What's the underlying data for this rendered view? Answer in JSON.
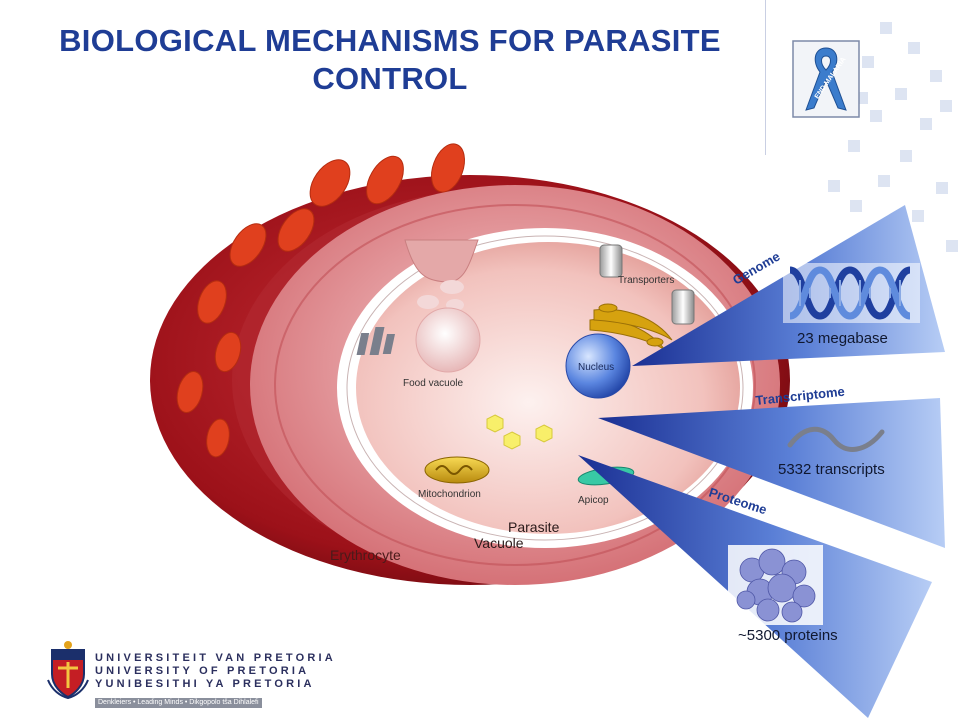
{
  "title": "BIOLOGICAL MECHANISMS FOR PARASITE CONTROL",
  "cell_labels": {
    "erythrocyte": "Erythrocyte",
    "vacuole": "Vacuole",
    "parasite": "Parasite",
    "transporters": "Transporters",
    "nucleus": "Nucleus",
    "food_vacuole": "Food vacuole",
    "mitochondrion": "Mitochondrion",
    "apicoplast": "Apicop"
  },
  "omics": {
    "genome": {
      "label": "Genome",
      "value": "23 megabase",
      "icon": "dna-icon"
    },
    "transcriptome": {
      "label": "Transcriptome",
      "value": "5332 transcripts",
      "icon": "rna-wave-icon"
    },
    "proteome": {
      "label": "Proteome",
      "value": "~5300 proteins",
      "icon": "protein-structure-icon"
    }
  },
  "badge": {
    "text": "END MALARIA",
    "icon": "awareness-ribbon-icon"
  },
  "university": {
    "lines": [
      "UNIVERSITEIT VAN PRETORIA",
      "UNIVERSITY OF PRETORIA",
      "YUNIBESITHI YA PRETORIA"
    ],
    "motto": "Denkleiers • Leading Minds • Dikgopolo tša Dihlalefi"
  },
  "colors": {
    "title": "#1f3d95",
    "erythrocyte": "#a8151f",
    "vacuole": "#d9777d",
    "parasite": "#f4c9c5",
    "beam": "#2742a8"
  }
}
